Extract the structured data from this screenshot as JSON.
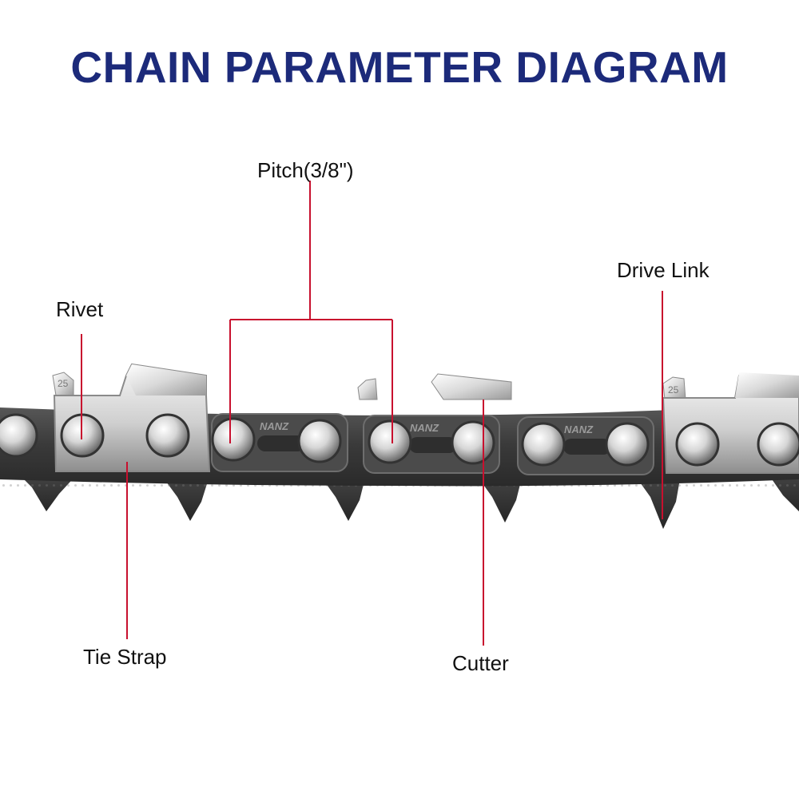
{
  "title": "CHAIN PARAMETER DIAGRAM",
  "labels": {
    "pitch": "Pitch(3/8\")",
    "rivet": "Rivet",
    "drive_link": "Drive Link",
    "tie_strap": "Tie Strap",
    "cutter": "Cutter"
  },
  "link_marks": {
    "gauge_mark": "25",
    "brand_mark": "NANZ"
  },
  "colors": {
    "title": "#1c2a7a",
    "leader_line": "#c8102e",
    "steel_light": "#e4e4e4",
    "steel_dark": "#3c3c3c"
  }
}
